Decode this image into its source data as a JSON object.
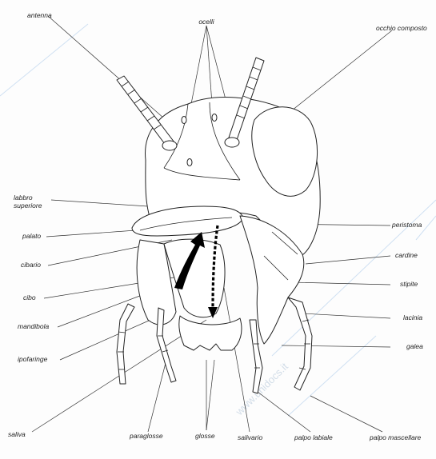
{
  "labels": {
    "antenna": "antenna",
    "ocelli": "ocelli",
    "occhio_composto": "occhio composto",
    "labbro_superiore_1": "labbro",
    "labbro_superiore_2": "superiore",
    "palato": "palato",
    "cibario": "cibario",
    "cibo": "cibo",
    "mandibola": "mandibola",
    "ipofaringe": "ipofaringe",
    "saliva": "saliva",
    "peristoma": "peristoma",
    "cardine": "cardine",
    "stipite": "stipite",
    "lacinia": "lacinia",
    "galea": "galea",
    "paraglosse": "paraglosse",
    "glosse": "glosse",
    "salivario": "salivario",
    "palpo_labiale": "palpo labiale",
    "palpo_mascellare": "palpo mascellare"
  },
  "watermark": "www.unidocs.it",
  "colors": {
    "line": "#333333",
    "arrow": "#000000",
    "watermark": "#cfe0f2"
  }
}
